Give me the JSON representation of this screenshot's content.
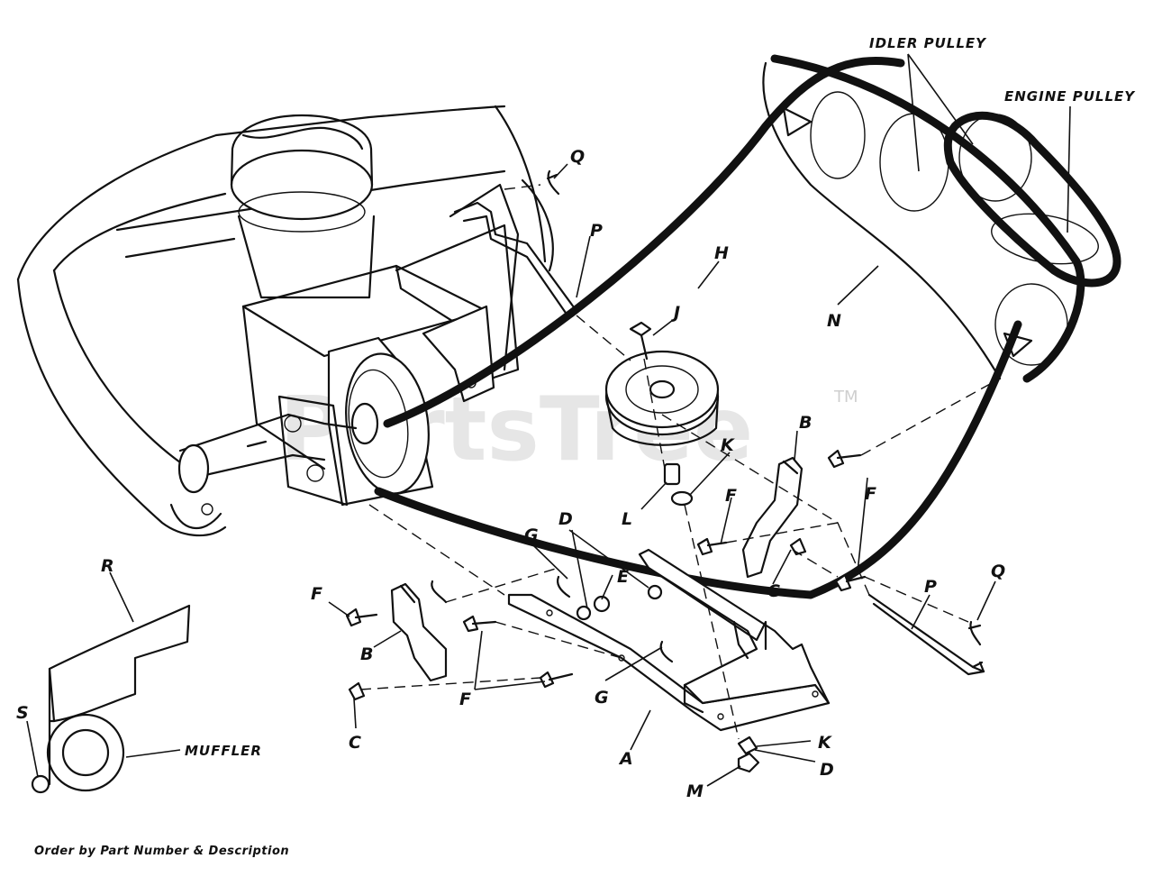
{
  "diagram": {
    "labels": {
      "idler_pulley": "IDLER PULLEY",
      "engine_pulley": "ENGINE PULLEY",
      "muffler": "MUFFLER",
      "a": "A",
      "b1": "B",
      "b2": "B",
      "c1": "C",
      "c2": "C",
      "d1": "D",
      "d2": "D",
      "e": "E",
      "f1": "F",
      "f2": "F",
      "f3": "F",
      "f4": "F",
      "g1": "G",
      "g2": "G",
      "h": "H",
      "j": "J",
      "k1": "K",
      "k2": "K",
      "l": "L",
      "m": "M",
      "n": "N",
      "p1": "P",
      "p2": "P",
      "q1": "Q",
      "q2": "Q",
      "r": "R",
      "s": "S"
    },
    "watermark": "PartsTree",
    "trademark": "TM",
    "footer": "Order by Part Number & Description"
  }
}
